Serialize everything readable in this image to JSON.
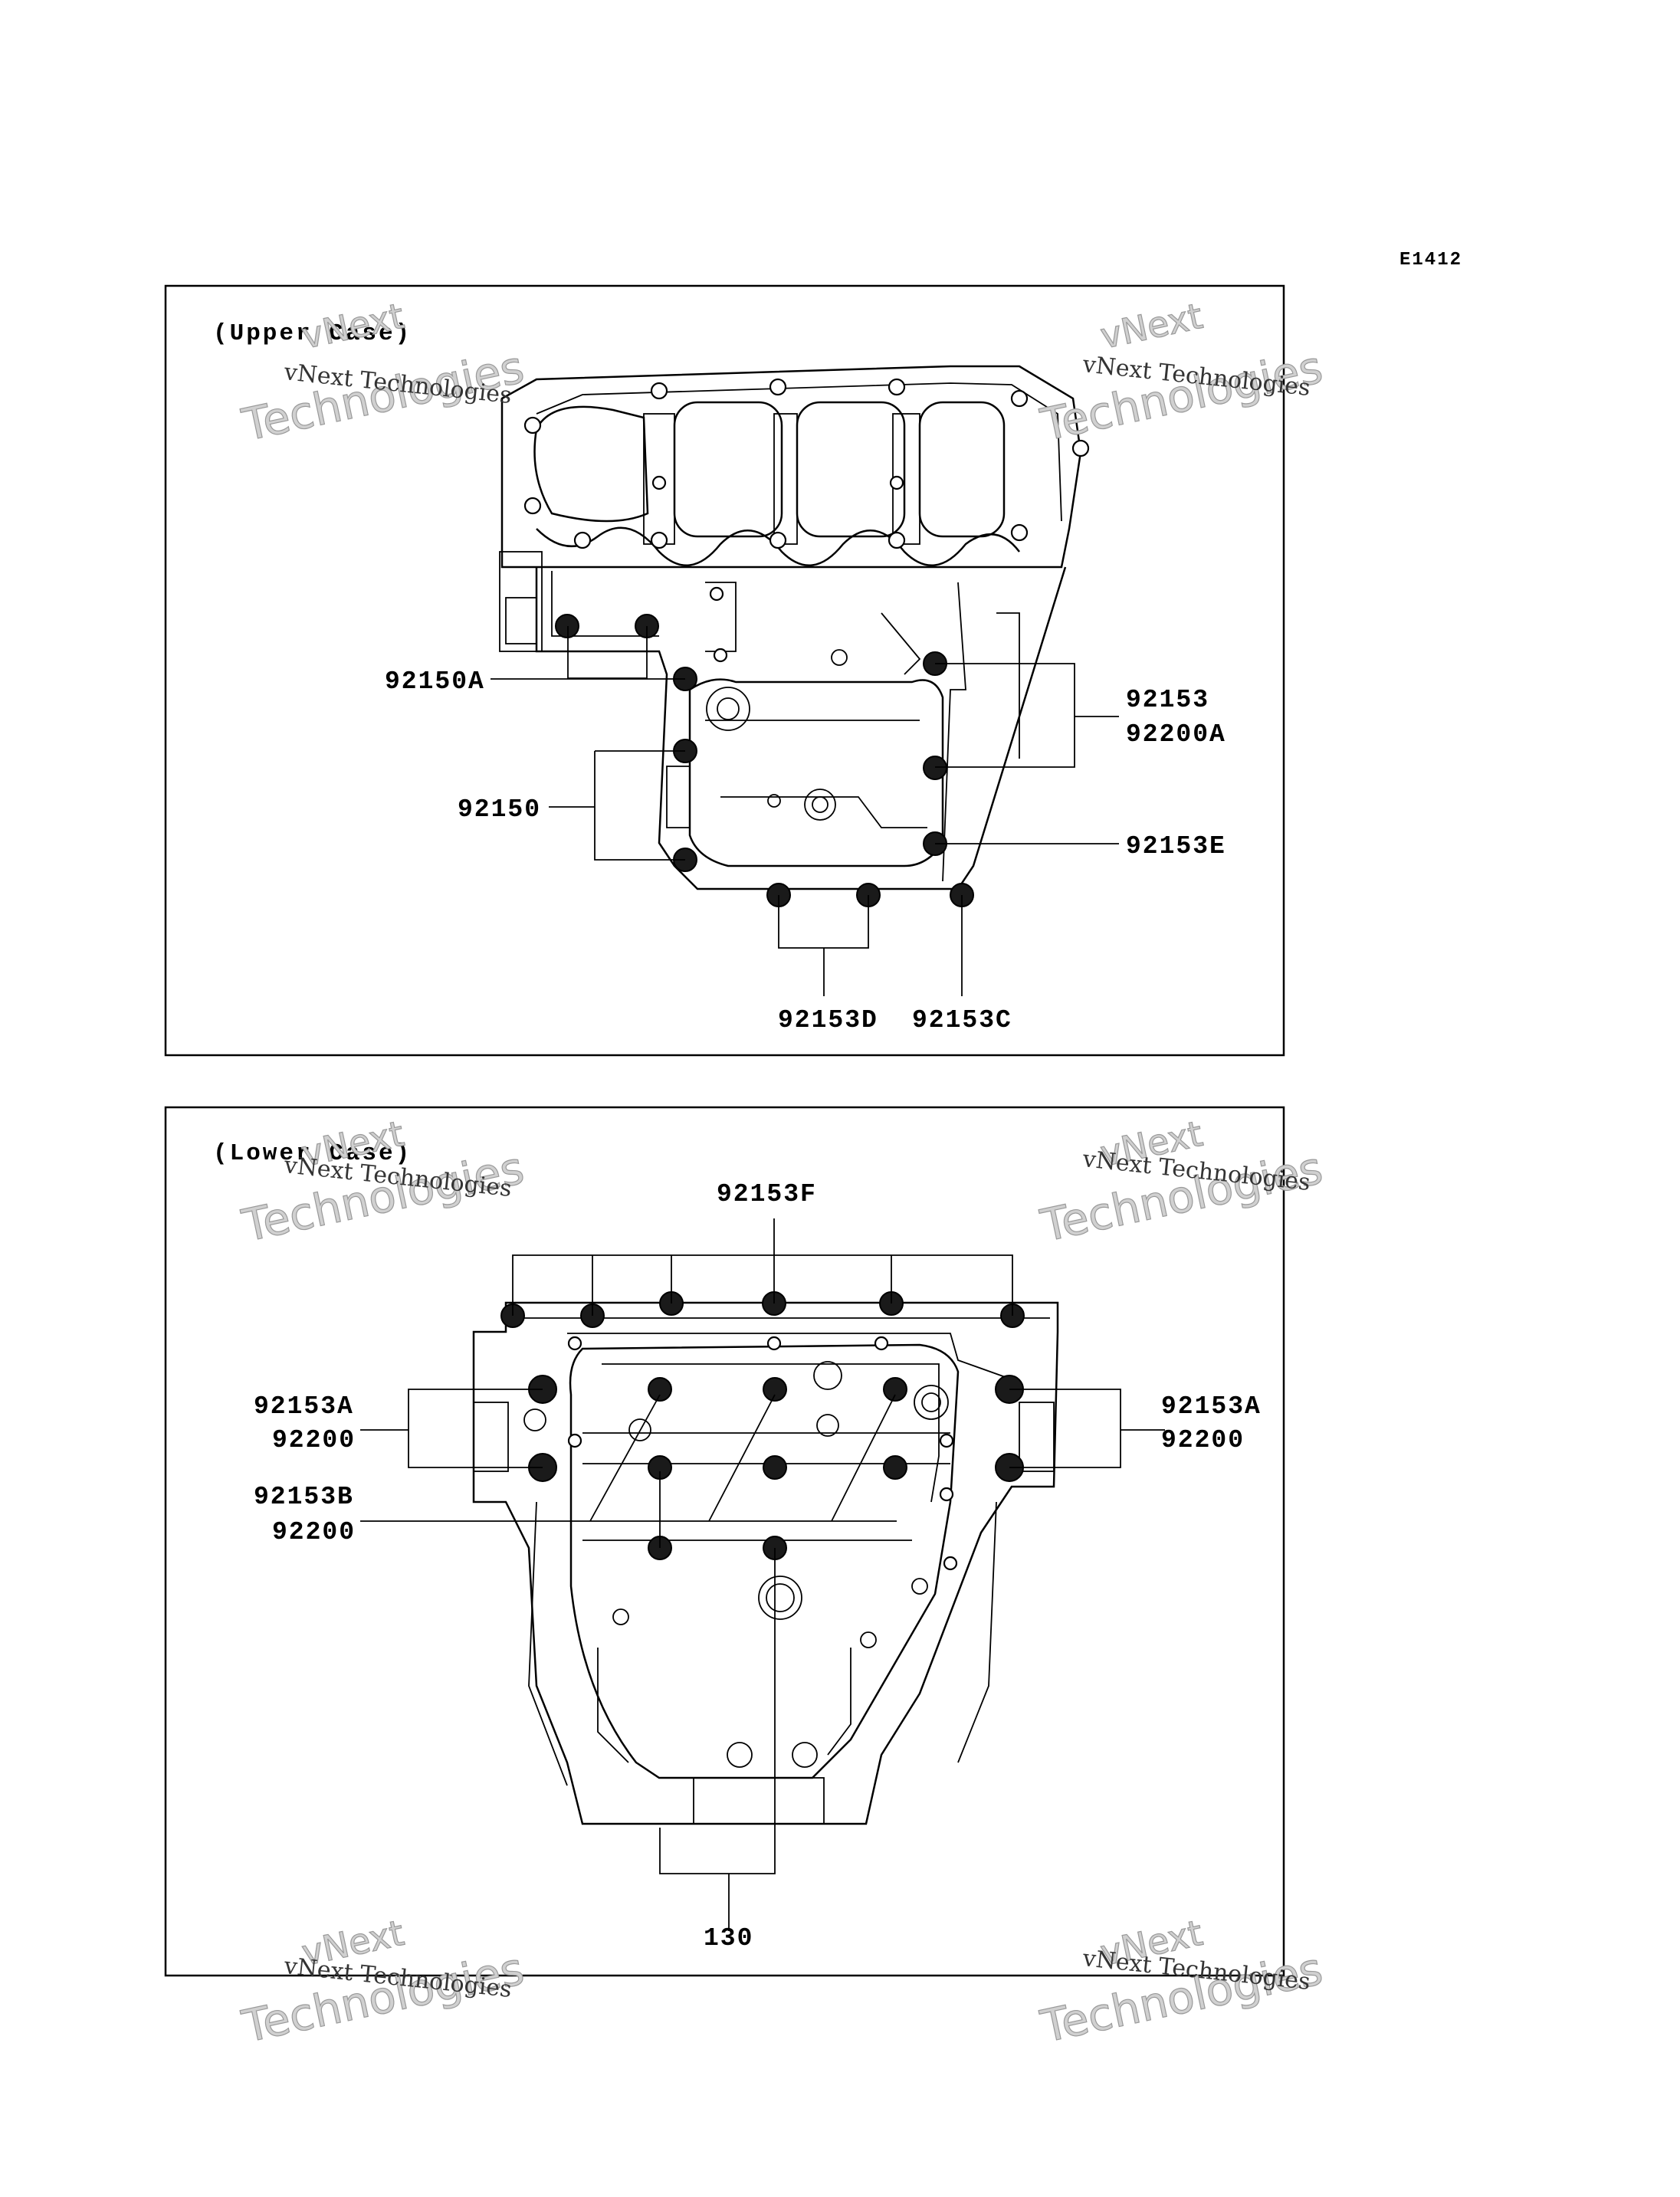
{
  "diagram_code": "E1412",
  "panels": [
    {
      "title": "(Upper Case)",
      "labels": {
        "a": "92150A",
        "b": "92150",
        "c": "92153",
        "d": "92200A",
        "e": "92153E",
        "f": "92153D",
        "g": "92153C"
      }
    },
    {
      "title": "(Lower Case)",
      "labels": {
        "a": "92153F",
        "b": "92153A",
        "c": "92200",
        "d": "92153B",
        "e": "92200",
        "f": "92153A",
        "g": "92200",
        "h": "130"
      }
    }
  ],
  "watermark": {
    "line1": "vNext Technologies",
    "line2": "vNext",
    "line3": "Technologies"
  }
}
